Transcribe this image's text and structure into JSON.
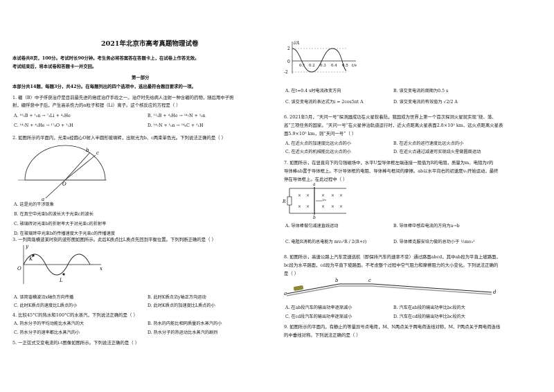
{
  "title": "2021年北京市高考真题物理试卷",
  "intro1": "本试卷共8页，100分。考试时长90分钟。考生务必将答案答在答题卡上，在试卷上作答无效。",
  "intro2": "考试结束后，将本试卷和答题卡一并交回。",
  "part1": "第一部分",
  "part1_desc": "本部分共14题，每题3分，共42分。在每题列出的四个选项中，选出最符合题目要求的一项。",
  "q1": {
    "stem1": "1. 硼（B）中子俘获治疗是目前最先进的癌症治疗手段之一。治疗时先给病人注射一种含硼的药物，随后用中子照",
    "stem2": "射，硼俘获中子后，产生高杀伤力的α粒子和锂（Li）离子。这个核反应的方程是（    ）",
    "A": "A. ¹⁰₅B + ¹₀n → ⁷₃Li + ⁴₂He",
    "B": "B. ¹¹₅B + ⁴₂He → ¹⁴₇N + ¹₀n",
    "C": "C. ¹⁴₇N + ⁴₂He → ¹⁷₈O + ¹₁H",
    "D": "D. ¹⁴₇N + ¹₀n → ¹⁴₆C + ¹₁H"
  },
  "q2": {
    "stem": "2. 如图所示的平面内，光束a经圆心O射入半圆形玻璃砖，出射光为b、c两束单色光。下列说法正确的是（    ）",
    "fig_labels": [
      "b",
      "c",
      "O",
      "a"
    ],
    "A": "A. 这是光的干涉现象",
    "B": "B. 在真空中光束b的波长大于光束c的波长",
    "C": "C. 玻璃砖对光束b的折射率大于对光束c的折射率",
    "D": "D. 在玻璃砖中光束b的传播速度大于光束c的传播速度"
  },
  "q3": {
    "stem": "3. 一列简谐横波某时刻的波形图如图所示。此后K质点比L质点先回到平衡位置。下列判断正确的是（    ）",
    "fig_labels": [
      "y",
      "K",
      "O",
      "x",
      "L"
    ],
    "A": "A. 该简谐横波沿x轴负方向传播",
    "B": "B. 此时K质点沿y轴正方向运动",
    "C": "C. 此时K质点的速度比L质点的小",
    "D": "D. 此时K质点的加速度比L质点的小"
  },
  "q4": {
    "stem": "4. 比较45°C的热水和100°C的水蒸汽，下列说法正确的是（    ）",
    "A": "A. 热水分子的平均动能比水蒸汽的大",
    "B": "B. 热水的内能比相同质量的水蒸汽的小",
    "C": "C. 热水分子的速率都比水蒸汽的小",
    "D": "D. 热水分子的热运动比水蒸汽的剧烈"
  },
  "q5": {
    "stem": "5. 一正弦式交变电流的i-t图像如图所示。下列说法正确的是（    ）",
    "fig_labels": [
      "i/A",
      "2",
      "0",
      "-2",
      "0.1",
      "0.2",
      "0.3",
      "0.4",
      "0.5",
      "t/s"
    ],
    "A": "A. 在t=0.4 s时电流改变方向",
    "B": "B. 该交变电流的周期为0.5 s",
    "C": "C. 该交变电流的表达式为i = 2cos5πt A",
    "D": "D. 该交变电流的有效值为 √2/2 A"
  },
  "q6": {
    "stem1": "6. 2021年5月，“天问一号”探测器成功在火星软着陆，我国成为世界上第一个首次探测火星就实现“绕、落、",
    "stem2": "巡”三项任务的国家。“天问一号”在火星停泊轨道运行时，近火点距离火星表面2.8×10² km、远火点距离火星表",
    "stem3": "面5.9×10⁵ km，则“天问一号”（    ）",
    "A": "A. 在近火点的加速度比远火点的小",
    "B": "B. 在近火点的运行速度比远火点的小",
    "C": "C. 在近火点的机械能比远火点的小",
    "D": "D. 在近火点通过减速可实现绕火星做圆周运动"
  },
  "q7": {
    "stem1": "7. 如图所示，在竖直向下的匀强磁场中，水平U型导体框左端连接一阻值为R的电阻，质量为m、电阻为r的",
    "stem2": "导体棒ab置于导体框上。不计导体框的电阻、导体棒与框间的摩擦。ab以水平向右的初速度v₀开始运动，最终",
    "stem3": "停在导体框上。在此过程中（    ）",
    "fig_labels": [
      "a",
      "R",
      "v₀",
      "b"
    ],
    "A": "A. 导体棒做匀减速直线运动",
    "B": "B. 导体棒中感应电流的方向为a→b",
    "C": "C. 电阻R消耗的总电能为 mv₀²R / 2(R+r)",
    "D": "D. 导体棒克服安培力做的总功小于 ½mv₀²"
  },
  "q8": {
    "stem1": "8. 如图所示，高速公路上汽车定速巡航（即保持汽车的速率不变）通过路面abcd，其中ab段为平直上坡路面，",
    "stem2": "bc段为水平路面，cd段为平直下坡路面。不考虑整个过程中空气阻力和摩擦阻力的大小变化。下列说法正确的",
    "stem3": "是（    ）",
    "fig_labels": [
      "a",
      "b",
      "c",
      "d"
    ],
    "A": "A. 在ab段汽车的输出功率逐渐减小",
    "B": "B. 汽车在ab段的输出功率比bc段的大",
    "C": "C. 在cd段汽车的输出功率逐渐减小",
    "D": "D. 汽车在cd段的输出功率比bc段的大"
  },
  "q9": {
    "stem1": "9. 如图所示的平面内，有静止的等量异号点电荷，M、N两点关于两电荷连线对称，M、P两点关于两电荷连线",
    "stem2": "的中垂线对称。下列说法正确的是（    ）"
  }
}
